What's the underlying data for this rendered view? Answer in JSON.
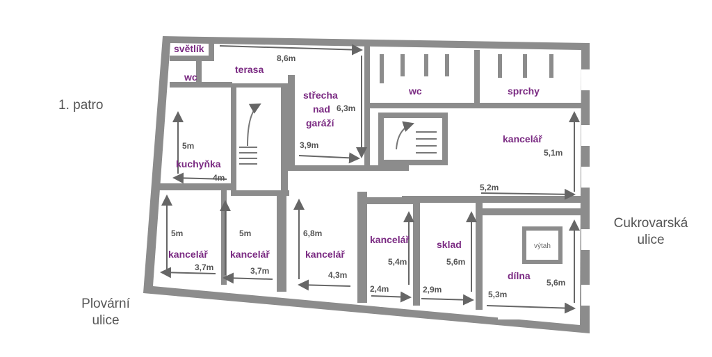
{
  "floor_label": "1. patro",
  "streets": {
    "left": [
      "Plovární",
      "ulice"
    ],
    "right": [
      "Cukrovarská",
      "ulice"
    ]
  },
  "rooms": {
    "svetlik": "světlík",
    "terasa": "terasa",
    "wc_left": "wc",
    "wc_right": "wc",
    "strecha": [
      "střecha",
      "nad",
      "garáží"
    ],
    "sprchy": "sprchy",
    "kuchynka": "kuchyňka",
    "kancelar_east": "kancelář",
    "kancelar_1": "kancelář",
    "kancelar_2": "kancelář",
    "kancelar_3": "kancelář",
    "kancelar_4": "kancelář",
    "sklad": "sklad",
    "dilna": "dílna",
    "vytah": "výtah"
  },
  "dimensions": {
    "terasa_width": "8,6m",
    "strecha_depth": "6,3m",
    "strecha_width": "3,9m",
    "kuchynka_depth": "5m",
    "kuchynka_width": "4m",
    "kancelar_east_depth": "5,1m",
    "kancelar_east_width": "5,2m",
    "kancelar_1_depth": "5m",
    "kancelar_1_width": "3,7m",
    "kancelar_2_depth": "5m",
    "kancelar_2_width": "3,7m",
    "kancelar_3_depth": "6,8m",
    "kancelar_3_width": "4,3m",
    "kancelar_4_depth": "5,4m",
    "kancelar_4_width": "2,4m",
    "sklad_depth": "5,6m",
    "sklad_width": "2,9m",
    "dilna_depth": "5,6m",
    "dilna_width": "5,3m"
  },
  "colors": {
    "wall": "#8c8c8c",
    "room_label": "#7a2a82",
    "dimension": "#555555",
    "street_label": "#555555"
  }
}
